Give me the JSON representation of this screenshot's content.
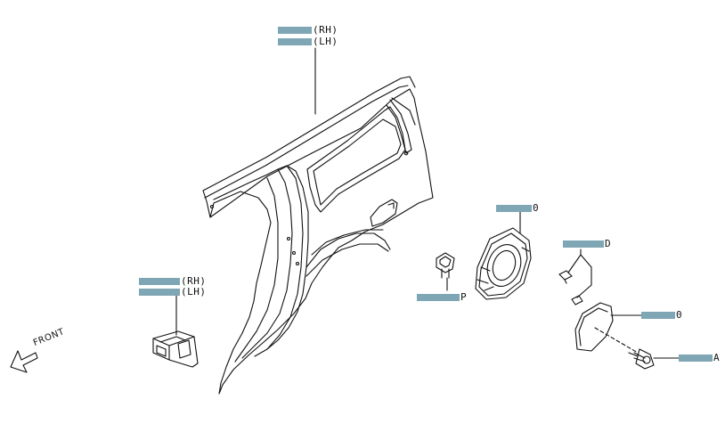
{
  "callouts": {
    "quarter_panel_rh": "(RH)",
    "quarter_panel_lh": "(LH)",
    "bracket_rh": "(RH)",
    "bracket_lh": "(LH)",
    "filler_base_suffix": "0",
    "bumper_stop_suffix": "D",
    "fuel_lid_suffix": "0",
    "hinge_bolt_suffix": "A",
    "clip_suffix": "P"
  },
  "direction_label": "FRONT",
  "colors": {
    "line": "#111111",
    "redaction": "#7fa6b4"
  },
  "icons": [
    "front-arrow-icon"
  ]
}
